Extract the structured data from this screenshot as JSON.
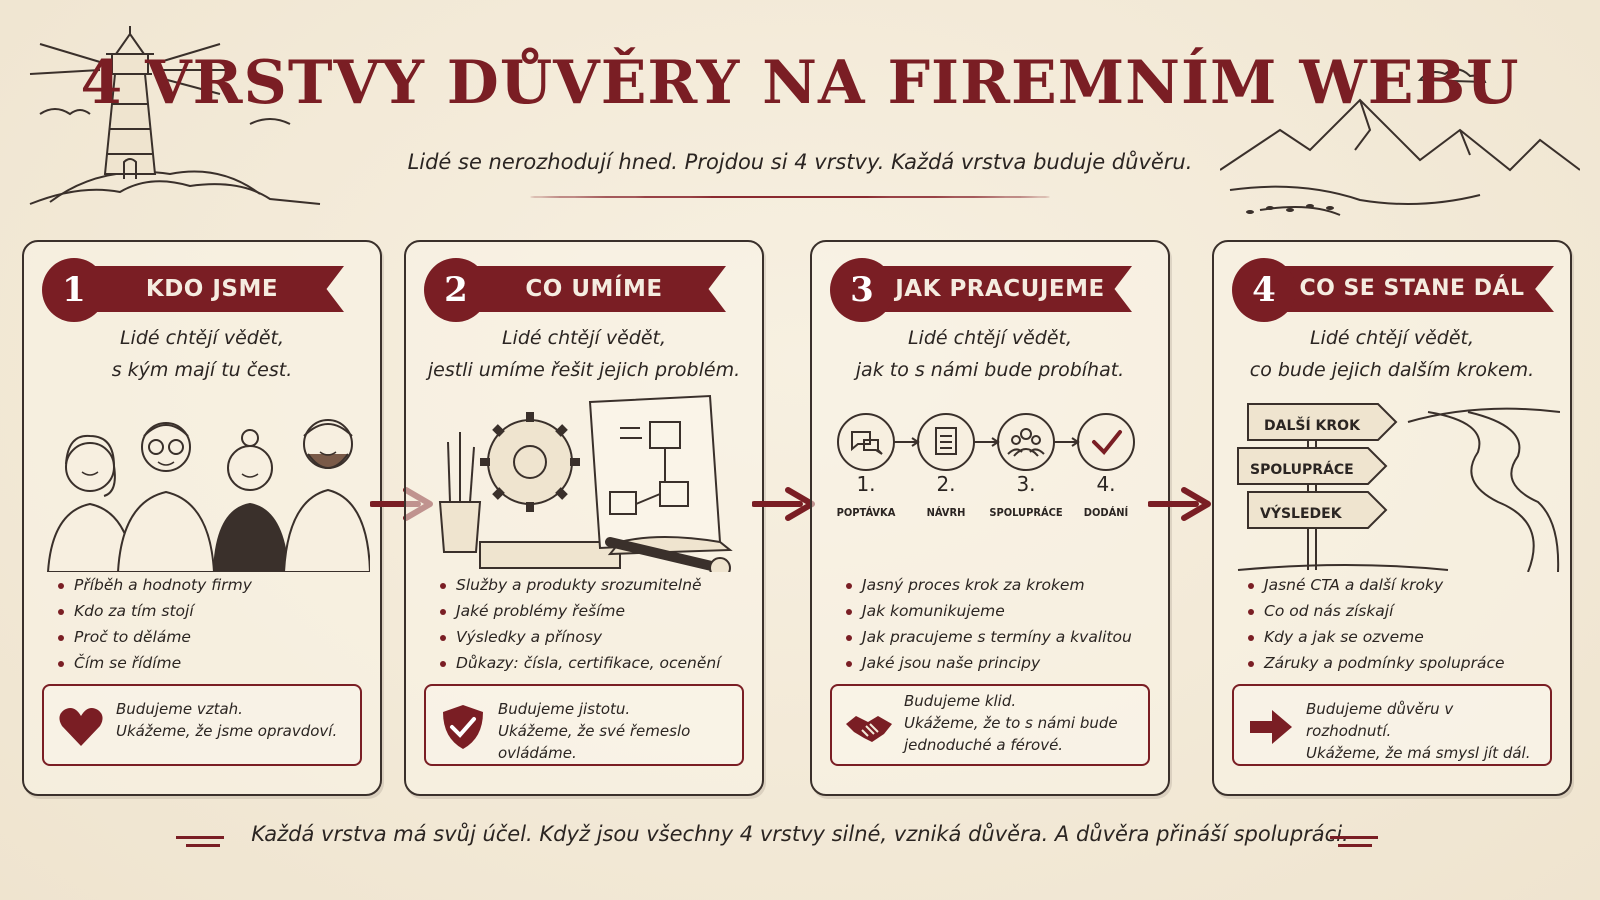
{
  "title": "4 VRSTVY DŮVĚRY NA FIREMNÍM WEBU",
  "subtitle": "Lidé se nerozhodují hned. Projdou si 4 vrstvy. Každá vrstva buduje důvěru.",
  "colors": {
    "accent": "#7a1e24",
    "ink": "#2b2522",
    "paper": "#f3ead9"
  },
  "cards": [
    {
      "number": "1",
      "heading": "KDO JSME",
      "intro_line1": "Lidé chtějí vědět,",
      "intro_line2": "s kým mají tu čest.",
      "illustration": "team-of-four-people",
      "bullets": [
        "Příběh a hodnoty firmy",
        "Kdo za tím stojí",
        "Proč to děláme",
        "Čím se řídíme"
      ],
      "note_icon": "heart-icon",
      "note_line1": "Budujeme vztah.",
      "note_line2": "Ukážeme, že jsme opravdoví."
    },
    {
      "number": "2",
      "heading": "CO UMÍME",
      "intro_line1": "Lidé chtějí vědět,",
      "intro_line2": "jestli umíme řešit jejich problém.",
      "illustration": "gear-tools-and-blueprint",
      "bullets": [
        "Služby a produkty srozumitelně",
        "Jaké problémy řešíme",
        "Výsledky a přínosy",
        "Důkazy: čísla, certifikace, ocenění"
      ],
      "note_icon": "shield-check-icon",
      "note_line1": "Budujeme jistotu.",
      "note_line2": "Ukážeme, že své řemeslo ovládáme."
    },
    {
      "number": "3",
      "heading": "JAK PRACUJEME",
      "intro_line1": "Lidé chtějí vědět,",
      "intro_line2": "jak to s námi bude probíhat.",
      "steps": [
        {
          "num": "1.",
          "label": "POPTÁVKA",
          "icon": "chat-bubbles-icon"
        },
        {
          "num": "2.",
          "label": "NÁVRH",
          "icon": "clipboard-icon"
        },
        {
          "num": "3.",
          "label": "SPOLUPRÁCE",
          "icon": "team-icon"
        },
        {
          "num": "4.",
          "label": "DODÁNÍ",
          "icon": "checkmark-icon"
        }
      ],
      "bullets": [
        "Jasný proces krok za krokem",
        "Jak komunikujeme",
        "Jak pracujeme s termíny a kvalitou",
        "Jaké jsou naše principy"
      ],
      "note_icon": "handshake-icon",
      "note_line1": "Budujeme klid.",
      "note_line2": "Ukážeme, že to s námi bude",
      "note_line3": "jednoduché a férové."
    },
    {
      "number": "4",
      "heading": "CO SE STANE DÁL",
      "intro_line1": "Lidé chtějí vědět,",
      "intro_line2": "co bude jejich dalším krokem.",
      "signs": [
        "DALŠÍ KROK",
        "SPOLUPRÁCE",
        "VÝSLEDEK"
      ],
      "bullets": [
        "Jasné CTA a další kroky",
        "Co od nás získají",
        "Kdy a jak se ozveme",
        "Záruky a podmínky spolupráce"
      ],
      "note_icon": "arrow-right-icon",
      "note_line1": "Budujeme důvěru v rozhodnutí.",
      "note_line2": "Ukážeme, že má smysl jít dál."
    }
  ],
  "footer": "Každá vrstva má svůj účel. Když jsou všechny 4 vrstvy silné, vzniká důvěra. A důvěra přináší spolupráci."
}
